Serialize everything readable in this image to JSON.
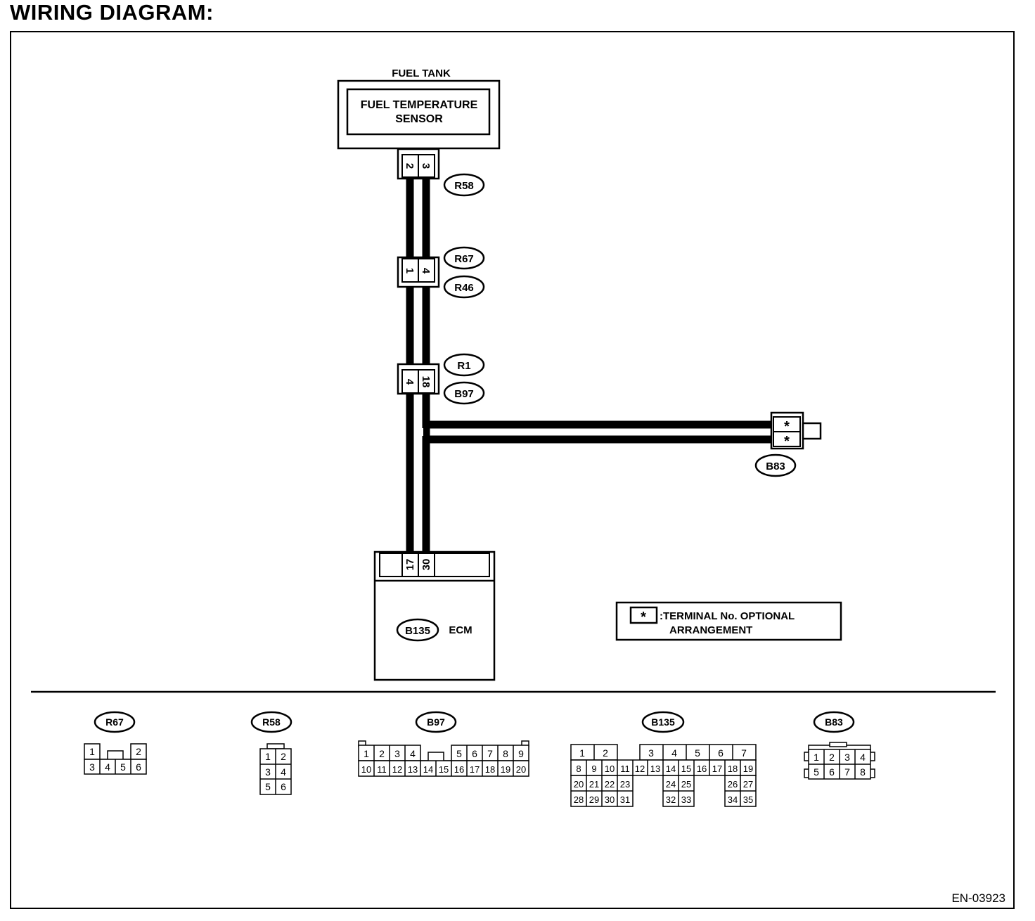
{
  "title": "WIRING DIAGRAM:",
  "fuel_tank_label": "FUEL TANK",
  "sensor_label_line1": "FUEL TEMPERATURE",
  "sensor_label_line2": "SENSOR",
  "ecm_label": "ECM",
  "footer_code": "EN-03923",
  "legend": {
    "symbol": "*",
    "line1": ":TERMINAL No. OPTIONAL",
    "line2": "ARRANGEMENT"
  },
  "connectors": {
    "r58": {
      "id": "R58",
      "pins": [
        "2",
        "3"
      ]
    },
    "r67": {
      "id": "R67"
    },
    "r46": {
      "id": "R46",
      "pins": [
        "1",
        "4"
      ]
    },
    "r1": {
      "id": "R1"
    },
    "b97": {
      "id": "B97",
      "pins": [
        "4",
        "18"
      ]
    },
    "b83": {
      "id": "B83",
      "pins": [
        "*",
        "*"
      ]
    },
    "b135": {
      "id": "B135",
      "pins": [
        "17",
        "30"
      ]
    }
  },
  "pinouts": {
    "r67": {
      "id": "R67",
      "top": [
        "1",
        "2"
      ],
      "bottom": [
        "3",
        "4",
        "5",
        "6"
      ]
    },
    "r58": {
      "id": "R58",
      "rows": [
        [
          "1",
          "2"
        ],
        [
          "3",
          "4"
        ],
        [
          "5",
          "6"
        ]
      ]
    },
    "b97": {
      "id": "B97",
      "top": [
        "1",
        "2",
        "3",
        "4",
        "5",
        "6",
        "7",
        "8",
        "9"
      ],
      "bottom": [
        "10",
        "11",
        "12",
        "13",
        "14",
        "15",
        "16",
        "17",
        "18",
        "19",
        "20"
      ]
    },
    "b135": {
      "id": "B135",
      "row1": [
        "1",
        "2",
        "3",
        "4",
        "5",
        "6",
        "7"
      ],
      "row2": [
        "8",
        "9",
        "10",
        "11",
        "12",
        "13",
        "14",
        "15",
        "16",
        "17",
        "18",
        "19"
      ],
      "row3": [
        "20",
        "21",
        "22",
        "23",
        "24",
        "25",
        "26",
        "27"
      ],
      "row4": [
        "28",
        "29",
        "30",
        "31",
        "32",
        "33",
        "34",
        "35"
      ]
    },
    "b83": {
      "id": "B83",
      "top": [
        "1",
        "2",
        "3",
        "4"
      ],
      "bottom": [
        "5",
        "6",
        "7",
        "8"
      ]
    }
  }
}
